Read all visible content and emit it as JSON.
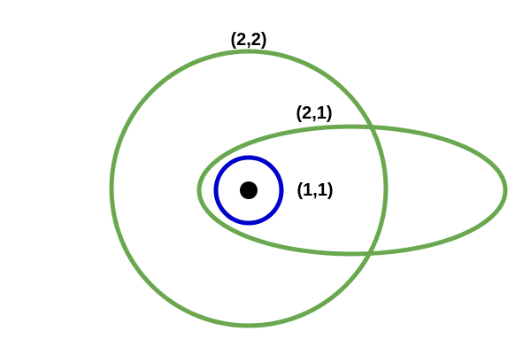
{
  "labels": {
    "outer_circle": "(2,2)",
    "ellipse": "(2,1)",
    "inner_circle": "(1,1)"
  },
  "colors": {
    "green": "#6aa84f",
    "blue": "#0000cc",
    "dot": "#000000",
    "background": "#ffffff"
  }
}
